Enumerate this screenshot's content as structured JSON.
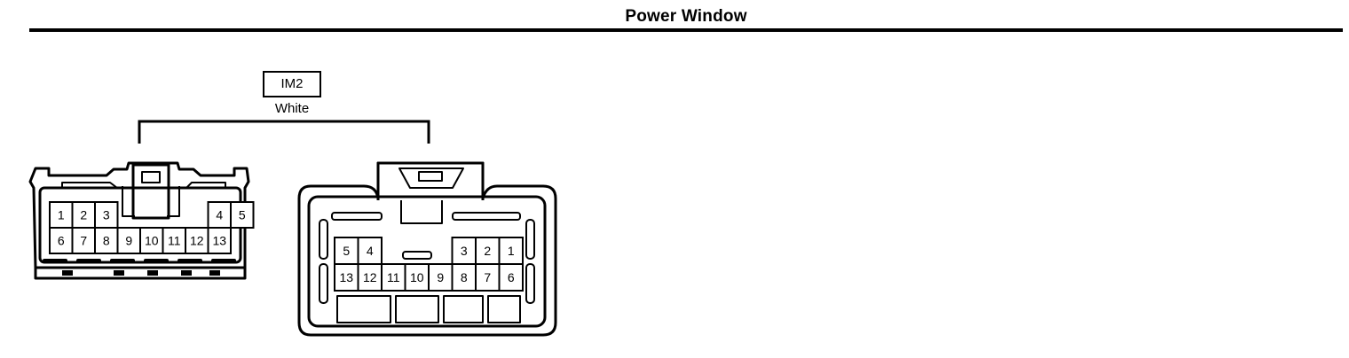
{
  "header": {
    "title": "Power Window"
  },
  "connector": {
    "id": "IM2",
    "color": "White"
  },
  "left_connector": {
    "top_row": [
      {
        "pin": "1",
        "col": 0
      },
      {
        "pin": "2",
        "col": 1
      },
      {
        "pin": "3",
        "col": 2
      },
      {
        "pin": "4",
        "col": 7
      },
      {
        "pin": "5",
        "col": 8
      }
    ],
    "bottom_row": [
      "6",
      "7",
      "8",
      "9",
      "10",
      "11",
      "12",
      "13"
    ]
  },
  "right_connector": {
    "top_row": [
      {
        "pin": "5",
        "col": 0
      },
      {
        "pin": "4",
        "col": 1
      },
      {
        "pin": "3",
        "col": 5
      },
      {
        "pin": "2",
        "col": 6
      },
      {
        "pin": "1",
        "col": 7
      }
    ],
    "bottom_row": [
      "13",
      "12",
      "11",
      "10",
      "9",
      "8",
      "7",
      "6"
    ]
  }
}
